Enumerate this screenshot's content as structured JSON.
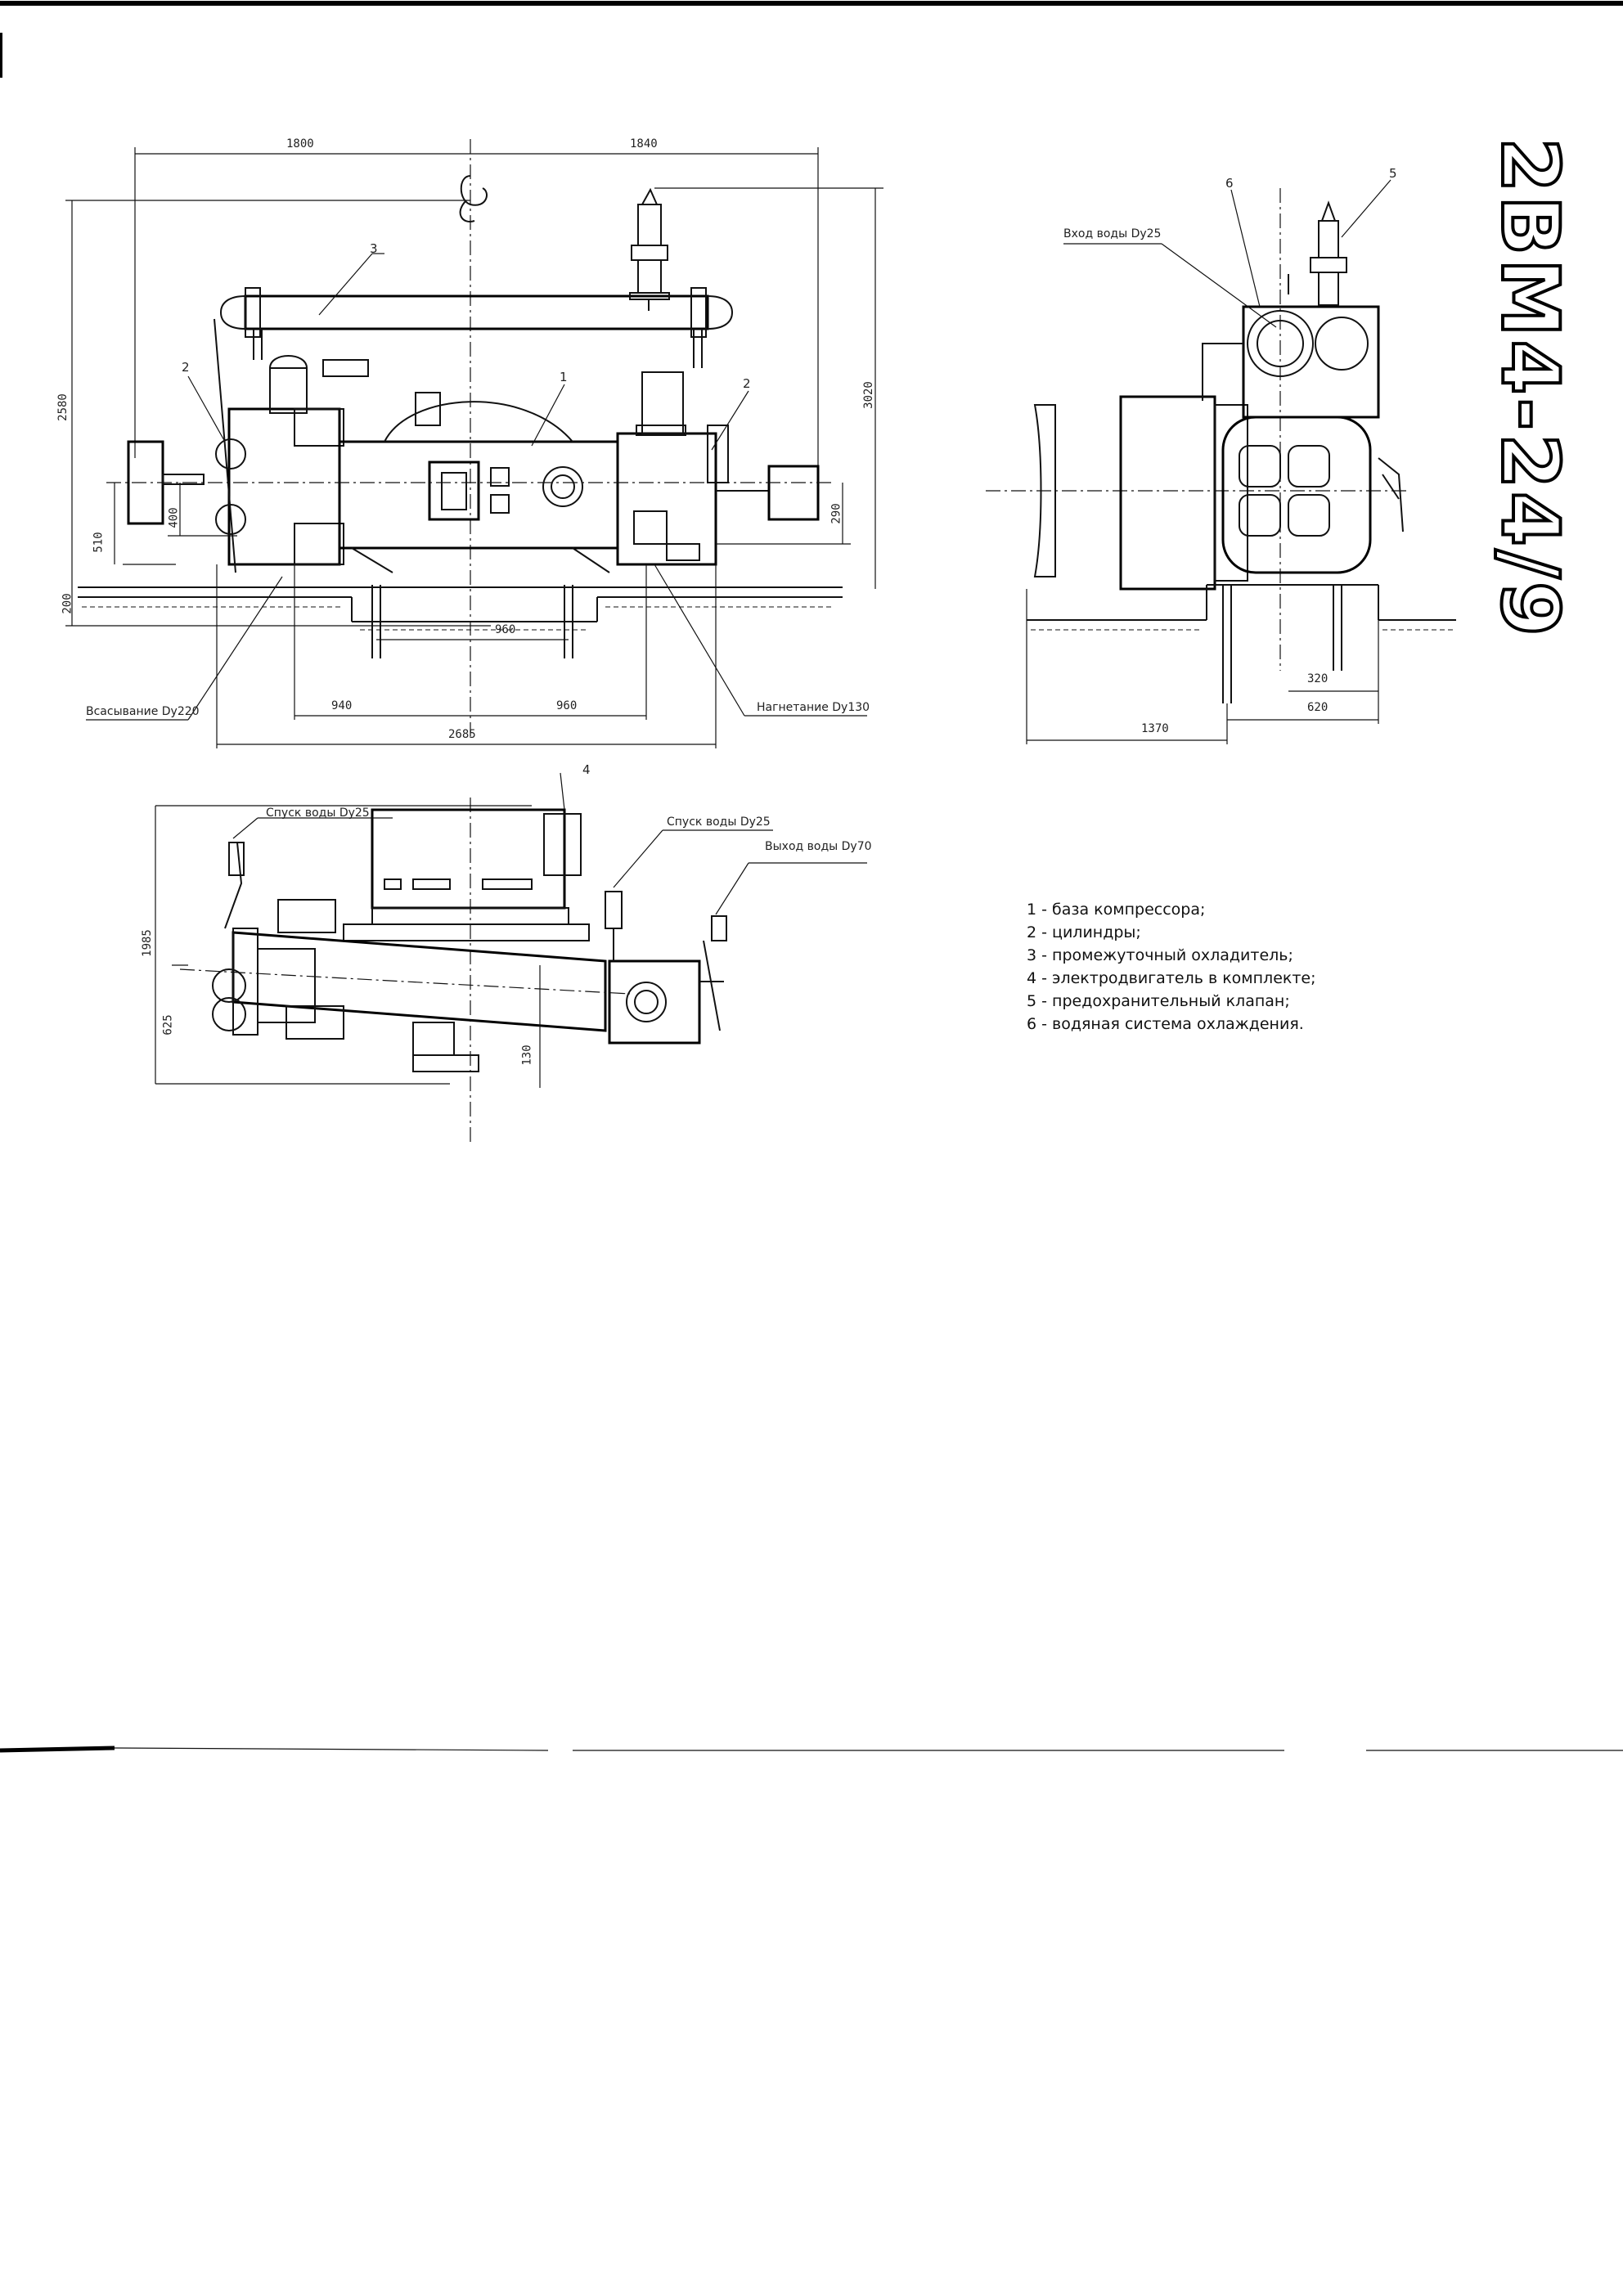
{
  "title": "2ВМ4-24/9",
  "dimensions": {
    "front_top_left": "1800",
    "front_top_right": "1840",
    "front_height_left": "2580",
    "front_height_right": "3020",
    "front_axis_left": "510",
    "front_axis_mid": "400",
    "front_base": "200",
    "front_axis_right": "290",
    "front_anchor": "960",
    "front_half_left": "940",
    "front_half_right": "960",
    "front_total": "2685",
    "side_width_1": "320",
    "side_width_2": "620",
    "side_total": "1370",
    "plan_height_1": "1985",
    "plan_height_2": "625",
    "plan_offset": "130"
  },
  "callouts": {
    "front_1": "1",
    "front_2_left": "2",
    "front_2_right": "2",
    "front_3": "3",
    "side_5": "5",
    "side_6": "6",
    "plan_4": "4"
  },
  "labels": {
    "suction": "Всасывание Dy220",
    "discharge": "Нагнетание Dy130",
    "water_in_side": "Вход воды Dy25",
    "drain_left": "Спуск воды Dy25",
    "drain_right": "Спуск воды Dy25",
    "water_out": "Выход воды Dy70"
  },
  "legend": [
    "1 - база компрессора;",
    "2 - цилиндры;",
    "3 - промежуточный охладитель;",
    "4 - электродвигатель в комплекте;",
    "5 - предохранительный клапан;",
    "6 - водяная система охлаждения."
  ]
}
